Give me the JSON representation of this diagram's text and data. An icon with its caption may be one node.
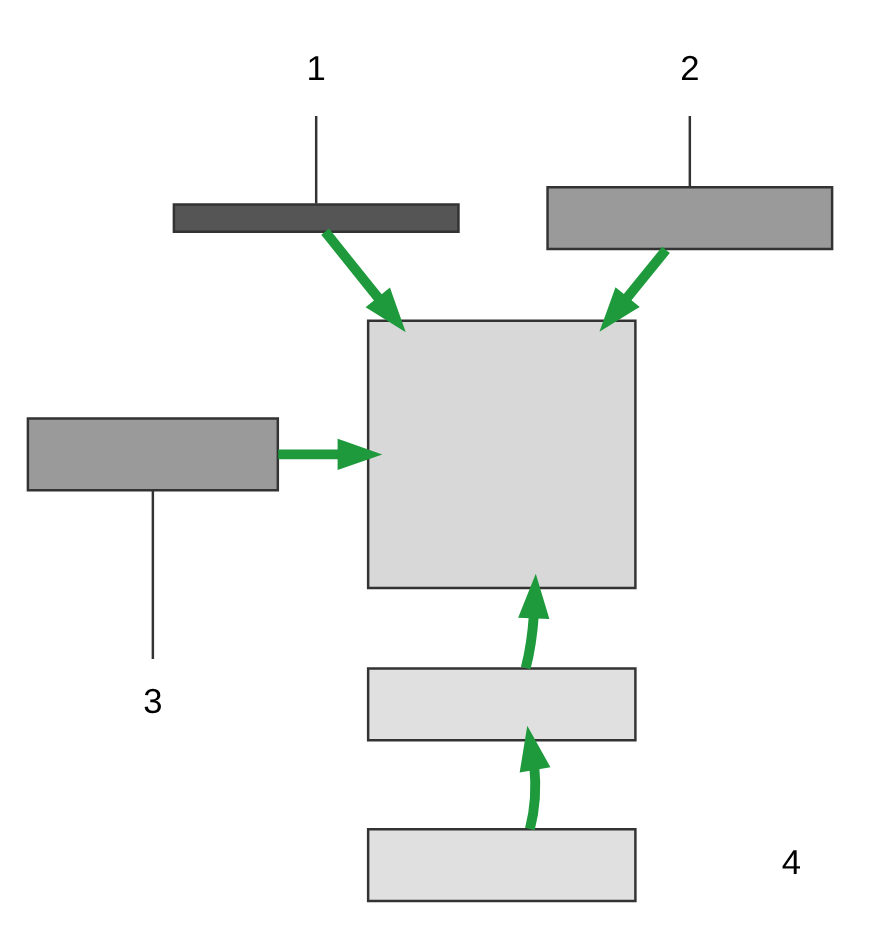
{
  "diagram": {
    "nodes": [
      {
        "text": [
          "1"
        ]
      },
      {
        "text": [],
        "shape": "box"
      },
      {
        "text": [
          "2"
        ]
      },
      {
        "text": [],
        "shape": "box"
      },
      {
        "text": [
          "3"
        ]
      },
      {
        "text": [],
        "shape": "box"
      },
      {
        "text": [],
        "shape": "box"
      },
      {
        "text": [],
        "shape": "box"
      },
      {
        "text": [],
        "shape": "box"
      }
    ],
    "edges": [
      {
        "from": 0,
        "to": 1,
        "arrow": "none",
        "color": "#333333"
      },
      {
        "from": 2,
        "to": 3,
        "arrow": "none",
        "color": "#333333"
      },
      {
        "from": 5,
        "to": 4,
        "arrow": "none",
        "color": "#333333"
      },
      {
        "from": 1,
        "to": 6,
        "arrow": "to"
      },
      {
        "from": 3,
        "to": 6,
        "arrow": "to"
      },
      {
        "from": 5,
        "to": 6,
        "arrow": "to"
      },
      {
        "from": 7,
        "to": 6,
        "arrow": "to"
      },
      {
        "from": 8,
        "to": 7,
        "arrow": "to"
      }
    ],
    "labels": [
      "4"
    ]
  }
}
